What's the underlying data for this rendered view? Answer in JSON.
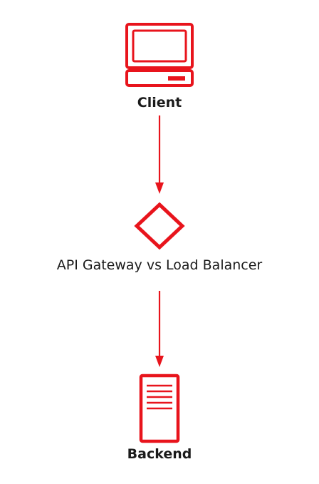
{
  "diagram": {
    "type": "flow",
    "accent_color": "#e8141c",
    "text_color": "#1a1a1a",
    "nodes": [
      {
        "id": "client",
        "label": "Client",
        "icon": "monitor-icon"
      },
      {
        "id": "gateway",
        "label": "API Gateway vs Load Balancer",
        "icon": "diamond-icon"
      },
      {
        "id": "backend",
        "label": "Backend",
        "icon": "server-icon"
      }
    ],
    "edges": [
      {
        "from": "client",
        "to": "gateway"
      },
      {
        "from": "gateway",
        "to": "backend"
      }
    ]
  }
}
